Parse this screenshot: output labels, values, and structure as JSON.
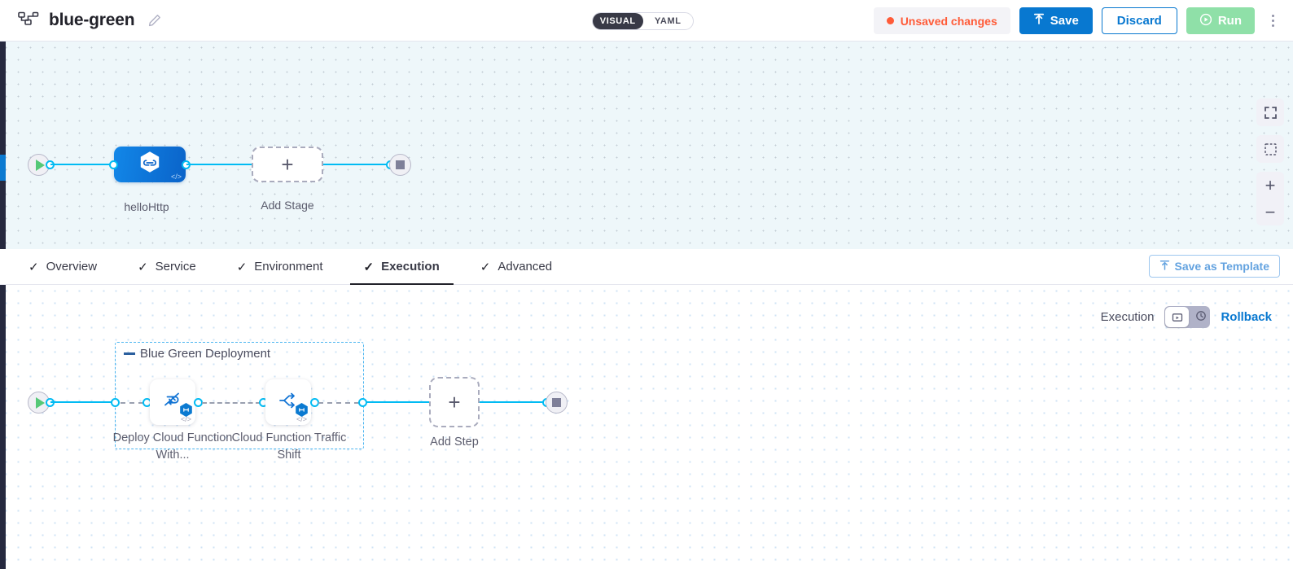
{
  "header": {
    "pipeline_icon": "pipeline-nodes-icon",
    "title": "blue-green",
    "edit_icon": "pencil-edit-icon",
    "mode_toggle": {
      "visual": "VISUAL",
      "yaml": "YAML",
      "selected": "VISUAL"
    },
    "unsaved_label": "Unsaved changes",
    "save_label": "Save",
    "discard_label": "Discard",
    "run_label": "Run",
    "more_icon": "kebab-menu-icon",
    "colors": {
      "accent": "#0878d0",
      "warning": "#ff5b38",
      "run": "#8fe0a8"
    }
  },
  "top_canvas": {
    "start_node": "start-play-icon",
    "end_node": "stop-square-icon",
    "stage": {
      "label": "helloHttp",
      "icon": "harness-hexagon-icon",
      "code_mark": "</>"
    },
    "add_stage": {
      "label": "Add Stage",
      "plus": "+"
    },
    "controls": [
      {
        "name": "fit-screen-icon"
      },
      {
        "name": "selection-box-icon"
      },
      {
        "name": "zoom-in-icon",
        "glyph": "+"
      },
      {
        "name": "zoom-out-icon",
        "glyph": "−"
      }
    ]
  },
  "tabs": {
    "items": [
      {
        "label": "Overview",
        "check": "✓",
        "active": false
      },
      {
        "label": "Service",
        "check": "✓",
        "active": false
      },
      {
        "label": "Environment",
        "check": "✓",
        "active": false
      },
      {
        "label": "Execution",
        "check": "✓",
        "active": true
      },
      {
        "label": "Advanced",
        "check": "✓",
        "active": false
      }
    ],
    "save_template_label": "Save as Template",
    "save_template_icon": "template-upload-icon"
  },
  "execution_bar": {
    "label": "Execution",
    "toggle": {
      "option1_icon": "execution-steps-icon",
      "option2_icon": "rollback-clock-icon",
      "selected": "option1"
    },
    "rollback_label": "Rollback"
  },
  "bottom_canvas": {
    "start_node": "start-play-icon",
    "end_node": "stop-square-icon",
    "group": {
      "title": "Blue Green Deployment",
      "steps": [
        {
          "label": "Deploy Cloud Function With...",
          "icon": "deploy-cloud-function-icon",
          "badge": "harness-step-badge",
          "code_mark": "</>"
        },
        {
          "label": "Cloud Function Traffic Shift",
          "icon": "traffic-shift-icon",
          "badge": "harness-step-badge",
          "code_mark": "</>"
        }
      ]
    },
    "add_step": {
      "label": "Add Step",
      "plus": "+"
    }
  }
}
